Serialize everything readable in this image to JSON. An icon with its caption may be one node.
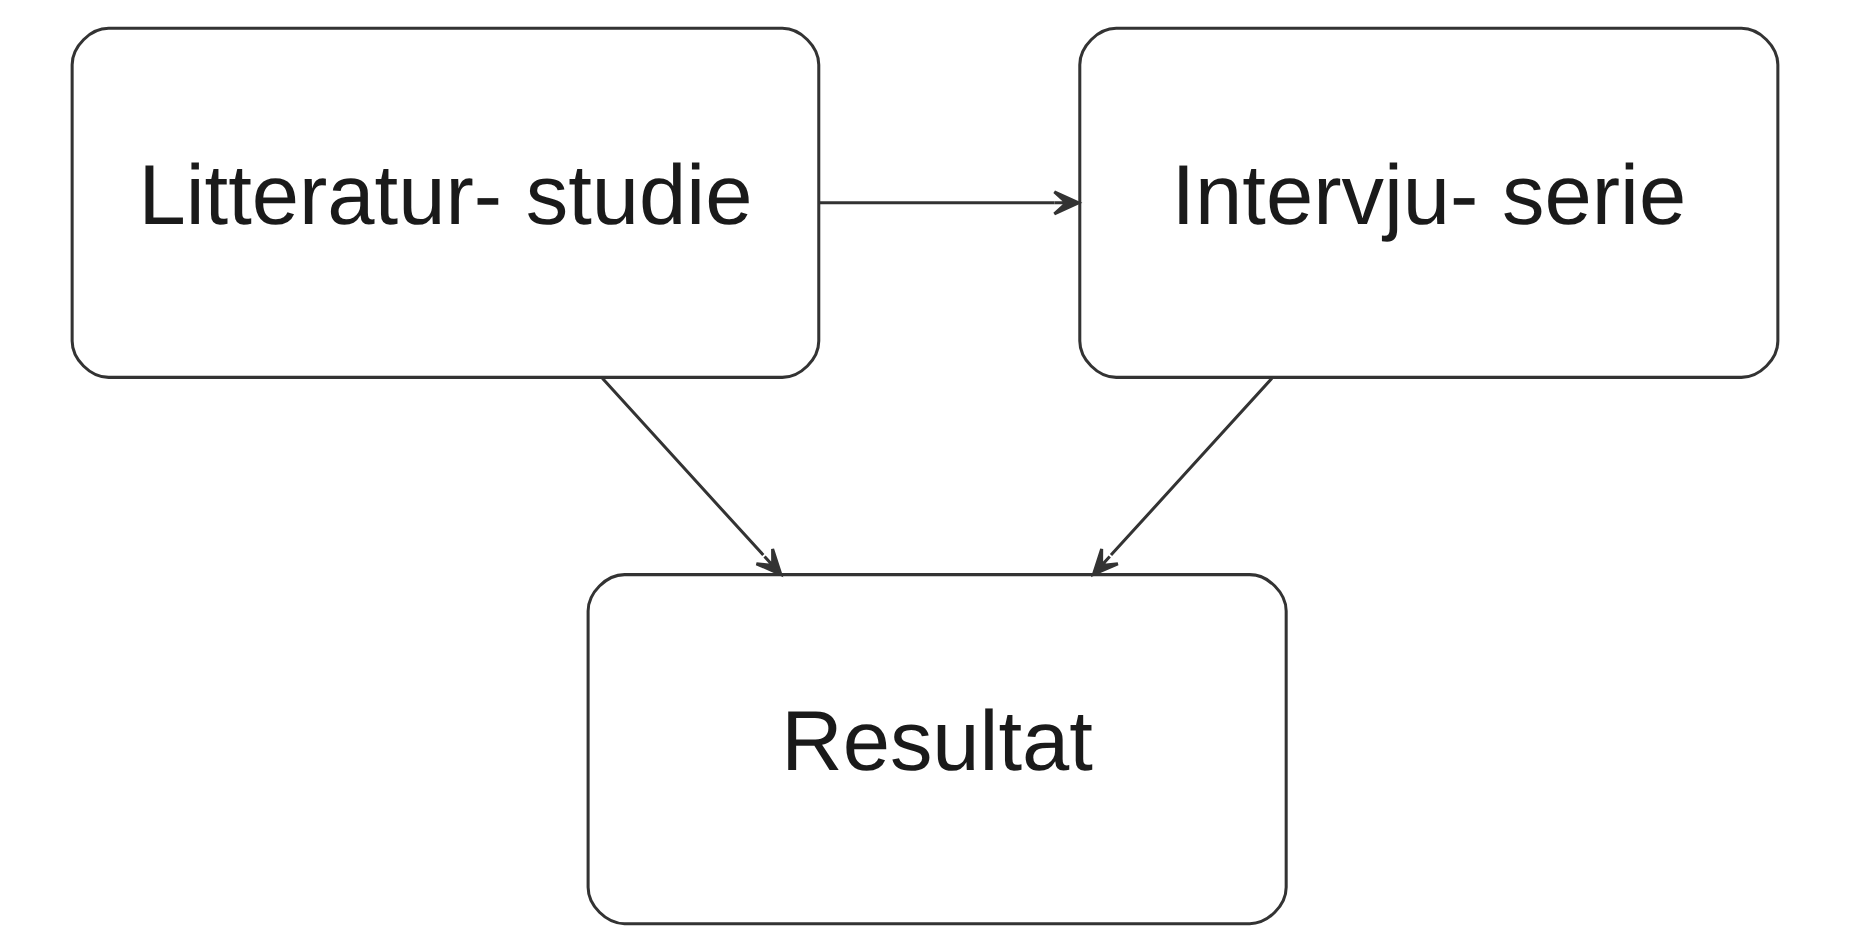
{
  "diagram": {
    "nodes": [
      {
        "text": [
          "Litteratur- studie"
        ]
      },
      {
        "text": [
          "Intervju- serie"
        ]
      },
      {
        "text": [
          "Resultat"
        ]
      }
    ],
    "edges": [
      {
        "from": 0,
        "to": 1,
        "arrow": "to"
      },
      {
        "from": 0,
        "to": 2,
        "arrow": "to"
      },
      {
        "from": 1,
        "to": 2,
        "arrow": "to"
      }
    ]
  }
}
